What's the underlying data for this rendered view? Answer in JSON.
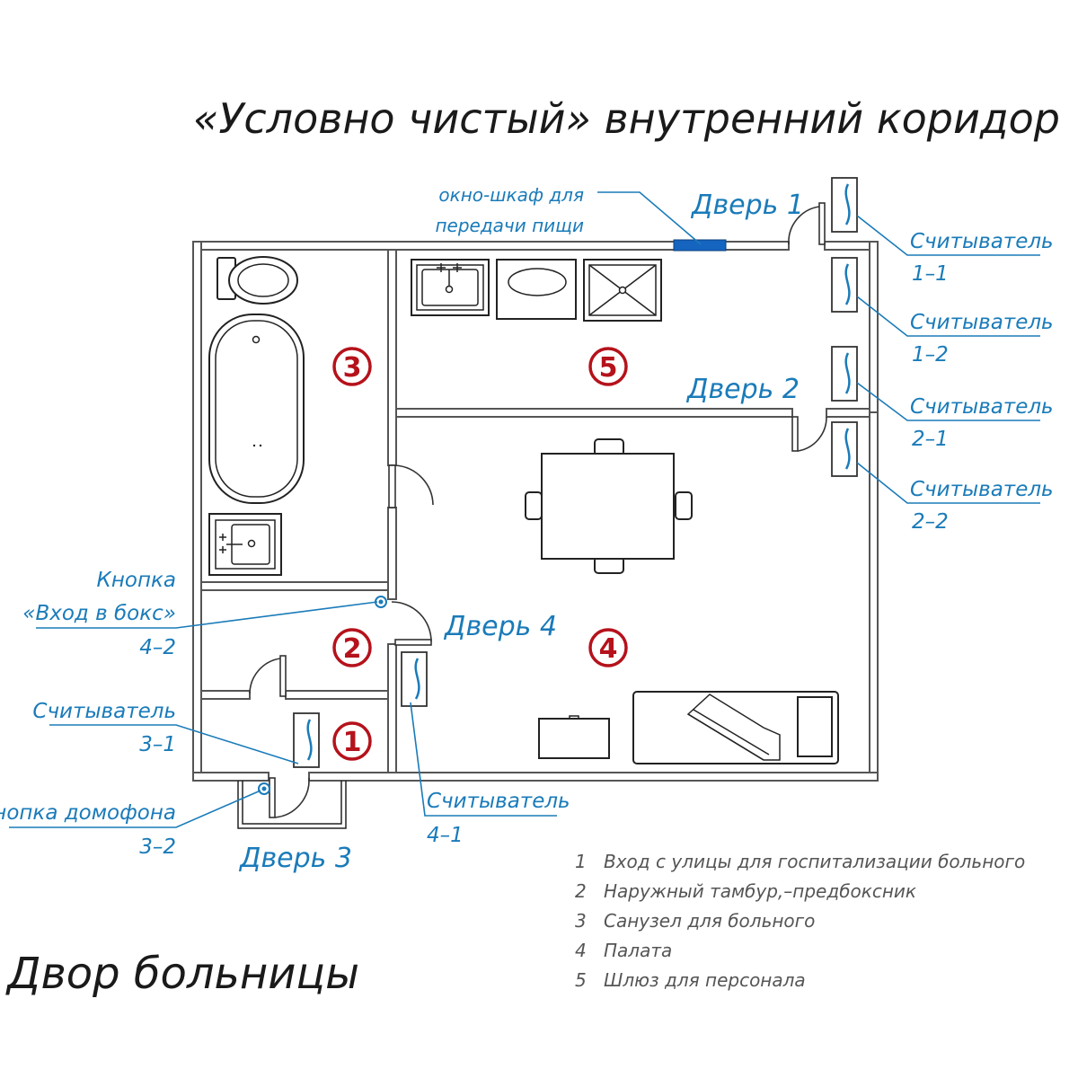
{
  "title": "«Условно чистый» внутренний коридор",
  "courtyard": "Двор больницы",
  "rooms": [
    "1",
    "2",
    "3",
    "4",
    "5"
  ],
  "doors": {
    "d1": "Дверь 1",
    "d2": "Дверь 2",
    "d3": "Дверь 3",
    "d4": "Дверь 4"
  },
  "window_label": [
    "окно-шкаф для",
    "передачи пищи"
  ],
  "readers": {
    "r11": [
      "Считыватель",
      "1–1"
    ],
    "r12": [
      "Считыватель",
      "1–2"
    ],
    "r21": [
      "Считыватель",
      "2–1"
    ],
    "r22": [
      "Считыватель",
      "2–2"
    ],
    "r31": [
      "Считыватель",
      "3–1"
    ],
    "r41": [
      "Считыватель",
      "4–1"
    ]
  },
  "buttons": {
    "box": [
      "Кнопка",
      "«Вход в бокс»",
      "4–2"
    ],
    "intercom": [
      "Кнопка домофона",
      "3–2"
    ]
  },
  "legend": [
    {
      "num": "1",
      "text": "Вход с улицы для госпитализации больного"
    },
    {
      "num": "2",
      "text": "Наружный тамбур,–предбоксник"
    },
    {
      "num": "3",
      "text": "Санузел для больного"
    },
    {
      "num": "4",
      "text": "Палата"
    },
    {
      "num": "5",
      "text": "Шлюз для персонала"
    }
  ],
  "colors": {
    "accent": "#1a7bb9",
    "room_marker": "#b5121b",
    "wall": "#555555",
    "window": "#1565c0"
  }
}
